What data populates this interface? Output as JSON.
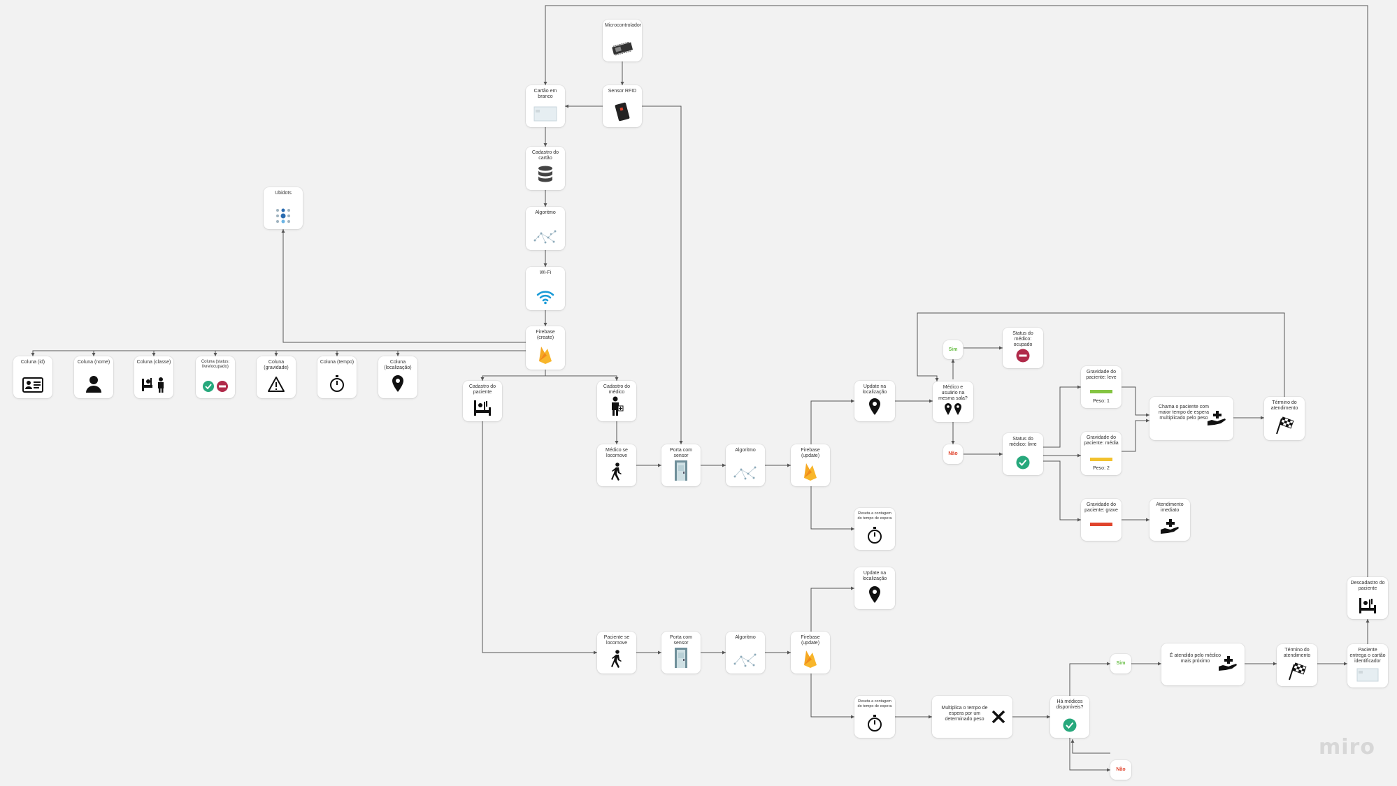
{
  "colors": {
    "ok": "#27a87c",
    "busy": "#b02a4a",
    "leve": "#84c441",
    "media": "#f2c12e",
    "grave": "#e0442d",
    "wifi": "#1a9bd7",
    "firebase": "#f6a821"
  },
  "nodes": {
    "microcontroller": "Microcontrolador",
    "rfid": "Sensor RFID",
    "blank_card": "Cartão em branco",
    "card_reg": "Cadastro do cartão",
    "algorithm1": "Algoritmo",
    "wifi": "Wi-Fi",
    "firebase_create": "Firebase (create)",
    "ubidots": "Ubidots",
    "col_id": "Coluna (id)",
    "col_nome": "Coluna (nome)",
    "col_classe": "Coluna (classe)",
    "col_status": "Coluna (status: livre/ocupado)",
    "col_grav": "Coluna (gravidade)",
    "col_tempo": "Coluna (tempo)",
    "col_loc": "Coluna (localização)",
    "patient_reg": "Cadastro do paciente",
    "doctor_reg": "Cadastro do médico",
    "doctor_moves": "Médico se locomove",
    "door1": "Porta com sensor",
    "algorithm2": "Algoritmo",
    "fb_update1": "Firebase (update)",
    "loc_update1": "Update na localização",
    "reset1": "Reseta a contagem do tempo de espera",
    "same_room": "Médico e usuário na mesma sala?",
    "sim1": "Sim",
    "status_busy": "Status do médico: ocupado",
    "nao1": "Não",
    "status_free": "Status do médico: livre",
    "grav_leve": "Gravidade do paciente: leve",
    "peso1": "Peso: 1",
    "grav_media": "Gravidade do paciente: média",
    "peso2": "Peso: 2",
    "grav_grave": "Gravidade do paciente: grave",
    "call_patient": "Chama o paciente com maior tempo de espera multiplicado pelo peso",
    "immediate": "Atendimento imediato",
    "end1": "Término do atendimento",
    "patient_moves": "Paciente se locomove",
    "door2": "Porta com sensor",
    "algorithm3": "Algoritmo",
    "fb_update2": "Firebase (update)",
    "loc_update2": "Update na localização",
    "reset2": "Reseta a contagem do tempo de espera",
    "multiply": "Multiplica o tempo de espera por um determinado peso",
    "doctors_avail": "Há médicos disponíveis?",
    "sim2": "Sim",
    "nao2": "Não",
    "served_nearest": "É atendido pelo médico mais próximo",
    "end2": "Término do atendimento",
    "deliver_card": "Paciente entrega o cartão identificador",
    "patient_unreg": "Descadastro do paciente"
  },
  "watermark": "miro"
}
